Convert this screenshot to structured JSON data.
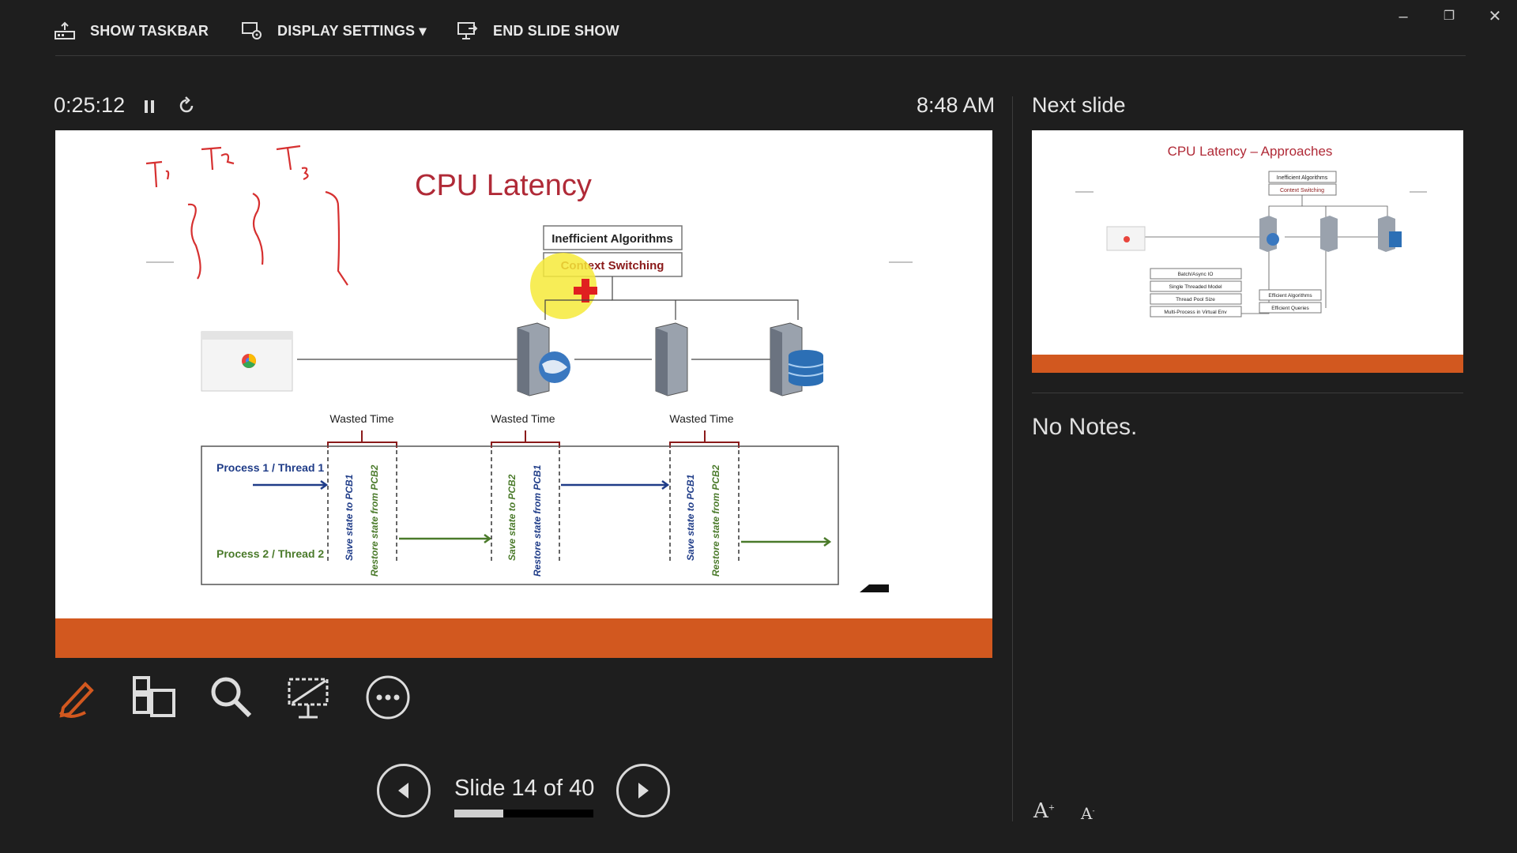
{
  "toolbar": {
    "show_taskbar": "SHOW TASKBAR",
    "display_settings": "DISPLAY SETTINGS ▾",
    "end_slide_show": "END SLIDE SHOW"
  },
  "presenter": {
    "elapsed": "0:25:12",
    "clock": "8:48 AM",
    "next_slide_label": "Next slide",
    "notes": "No Notes.",
    "slide_counter": "Slide 14 of 40",
    "progress": 0.35
  },
  "current_slide": {
    "title": "CPU Latency",
    "box1": "Inefficient Algorithms",
    "box2": "Context Switching",
    "wasted1": "Wasted Time",
    "wasted2": "Wasted Time",
    "wasted3": "Wasted Time",
    "process1": "Process 1 / Thread 1",
    "process2": "Process 2 / Thread 2",
    "save1": "Save state to PCB1",
    "restore1": "Restore state from PCB2",
    "save2": "Save state to PCB2",
    "restore2": "Restore state from PCB1",
    "save3": "Save state to PCB1",
    "restore3": "Restore state from PCB2"
  },
  "next_slide": {
    "title": "CPU Latency – Approaches",
    "box1": "Inefficient Algorithms",
    "box2": "Context Switching",
    "left1": "Batch/Async IO",
    "left2": "Single Threaded Model",
    "left3": "Thread Pool Size",
    "left4": "Multi-Process in Virtual Env",
    "right1": "Efficient Algorithms",
    "right2": "Efficient Queries"
  },
  "colors": {
    "accent_orange": "#d2581f",
    "title_red": "#b02a37",
    "background": "#1e1e1e"
  },
  "icons": [
    "show-taskbar-icon",
    "display-settings-icon",
    "end-show-icon",
    "pause-icon",
    "restart-icon",
    "pen-icon",
    "see-all-slides-icon",
    "zoom-icon",
    "black-screen-icon",
    "more-options-icon",
    "previous-icon",
    "next-icon",
    "font-increase-icon",
    "font-decrease-icon"
  ]
}
